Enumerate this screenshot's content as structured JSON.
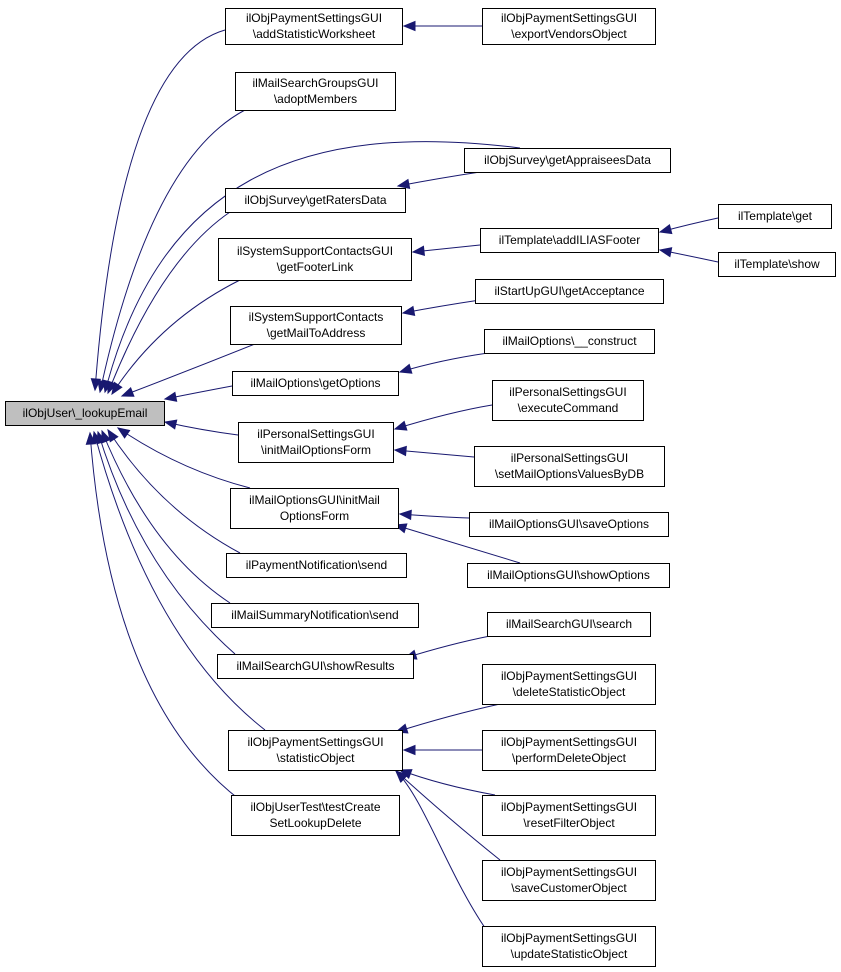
{
  "graph": {
    "edge_color": "#191970",
    "root_fill": "#bfbfbf",
    "nodes": [
      {
        "id": "root",
        "lines": [
          "ilObjUser\\_lookupEmail"
        ],
        "root": true
      },
      {
        "id": "addStatWs",
        "lines": [
          "ilObjPaymentSettingsGUI",
          "\\addStatisticWorksheet"
        ]
      },
      {
        "id": "exportVendors",
        "lines": [
          "ilObjPaymentSettingsGUI",
          "\\exportVendorsObject"
        ]
      },
      {
        "id": "adoptMembers",
        "lines": [
          "ilMailSearchGroupsGUI",
          "\\adoptMembers"
        ]
      },
      {
        "id": "getAppraisees",
        "lines": [
          "ilObjSurvey\\getAppraiseesData"
        ]
      },
      {
        "id": "getRaters",
        "lines": [
          "ilObjSurvey\\getRatersData"
        ]
      },
      {
        "id": "getFooterLink",
        "lines": [
          "ilSystemSupportContactsGUI",
          "\\getFooterLink"
        ]
      },
      {
        "id": "addIliasFooter",
        "lines": [
          "ilTemplate\\addILIASFooter"
        ]
      },
      {
        "id": "tplGet",
        "lines": [
          "ilTemplate\\get"
        ]
      },
      {
        "id": "tplShow",
        "lines": [
          "ilTemplate\\show"
        ]
      },
      {
        "id": "getMailTo",
        "lines": [
          "ilSystemSupportContacts",
          "\\getMailToAddress"
        ]
      },
      {
        "id": "getAcceptance",
        "lines": [
          "ilStartUpGUI\\getAcceptance"
        ]
      },
      {
        "id": "mailOptConstruct",
        "lines": [
          "ilMailOptions\\__construct"
        ]
      },
      {
        "id": "getOptions",
        "lines": [
          "ilMailOptions\\getOptions"
        ]
      },
      {
        "id": "execCmd",
        "lines": [
          "ilPersonalSettingsGUI",
          "\\executeCommand"
        ]
      },
      {
        "id": "initMailOptForm",
        "lines": [
          "ilPersonalSettingsGUI",
          "\\initMailOptionsForm"
        ]
      },
      {
        "id": "setMailOptDB",
        "lines": [
          "ilPersonalSettingsGUI",
          "\\setMailOptionsValuesByDB"
        ]
      },
      {
        "id": "mailOptGuiInit",
        "lines": [
          "ilMailOptionsGUI\\initMail",
          "OptionsForm"
        ]
      },
      {
        "id": "saveOptions",
        "lines": [
          "ilMailOptionsGUI\\saveOptions"
        ]
      },
      {
        "id": "showOptions",
        "lines": [
          "ilMailOptionsGUI\\showOptions"
        ]
      },
      {
        "id": "paymentSend",
        "lines": [
          "ilPaymentNotification\\send"
        ]
      },
      {
        "id": "summarySend",
        "lines": [
          "ilMailSummaryNotification\\send"
        ]
      },
      {
        "id": "showResults",
        "lines": [
          "ilMailSearchGUI\\showResults"
        ]
      },
      {
        "id": "search",
        "lines": [
          "ilMailSearchGUI\\search"
        ]
      },
      {
        "id": "statObj",
        "lines": [
          "ilObjPaymentSettingsGUI",
          "\\statisticObject"
        ]
      },
      {
        "id": "delStat",
        "lines": [
          "ilObjPaymentSettingsGUI",
          "\\deleteStatisticObject"
        ]
      },
      {
        "id": "perfDel",
        "lines": [
          "ilObjPaymentSettingsGUI",
          "\\performDeleteObject"
        ]
      },
      {
        "id": "resetFilter",
        "lines": [
          "ilObjPaymentSettingsGUI",
          "\\resetFilterObject"
        ]
      },
      {
        "id": "saveCustomer",
        "lines": [
          "ilObjPaymentSettingsGUI",
          "\\saveCustomerObject"
        ]
      },
      {
        "id": "updStat",
        "lines": [
          "ilObjPaymentSettingsGUI",
          "\\updateStatisticObject"
        ]
      },
      {
        "id": "userTest",
        "lines": [
          "ilObjUserTest\\testCreate",
          "SetLookupDelete"
        ]
      }
    ],
    "edges": [
      [
        "addStatWs",
        "root"
      ],
      [
        "adoptMembers",
        "root"
      ],
      [
        "getAppraisees",
        "root"
      ],
      [
        "getRaters",
        "root"
      ],
      [
        "getFooterLink",
        "root"
      ],
      [
        "getMailTo",
        "root"
      ],
      [
        "getOptions",
        "root"
      ],
      [
        "initMailOptForm",
        "root"
      ],
      [
        "mailOptGuiInit",
        "root"
      ],
      [
        "paymentSend",
        "root"
      ],
      [
        "summarySend",
        "root"
      ],
      [
        "showResults",
        "root"
      ],
      [
        "statObj",
        "root"
      ],
      [
        "userTest",
        "root"
      ],
      [
        "exportVendors",
        "addStatWs"
      ],
      [
        "getAppraisees",
        "getRaters"
      ],
      [
        "addIliasFooter",
        "getFooterLink"
      ],
      [
        "tplGet",
        "addIliasFooter"
      ],
      [
        "tplShow",
        "addIliasFooter"
      ],
      [
        "getAcceptance",
        "getMailTo"
      ],
      [
        "mailOptConstruct",
        "getOptions"
      ],
      [
        "execCmd",
        "initMailOptForm"
      ],
      [
        "setMailOptDB",
        "initMailOptForm"
      ],
      [
        "saveOptions",
        "mailOptGuiInit"
      ],
      [
        "showOptions",
        "mailOptGuiInit"
      ],
      [
        "search",
        "showResults"
      ],
      [
        "delStat",
        "statObj"
      ],
      [
        "perfDel",
        "statObj"
      ],
      [
        "resetFilter",
        "statObj"
      ],
      [
        "saveCustomer",
        "statObj"
      ],
      [
        "updStat",
        "statObj"
      ]
    ]
  }
}
